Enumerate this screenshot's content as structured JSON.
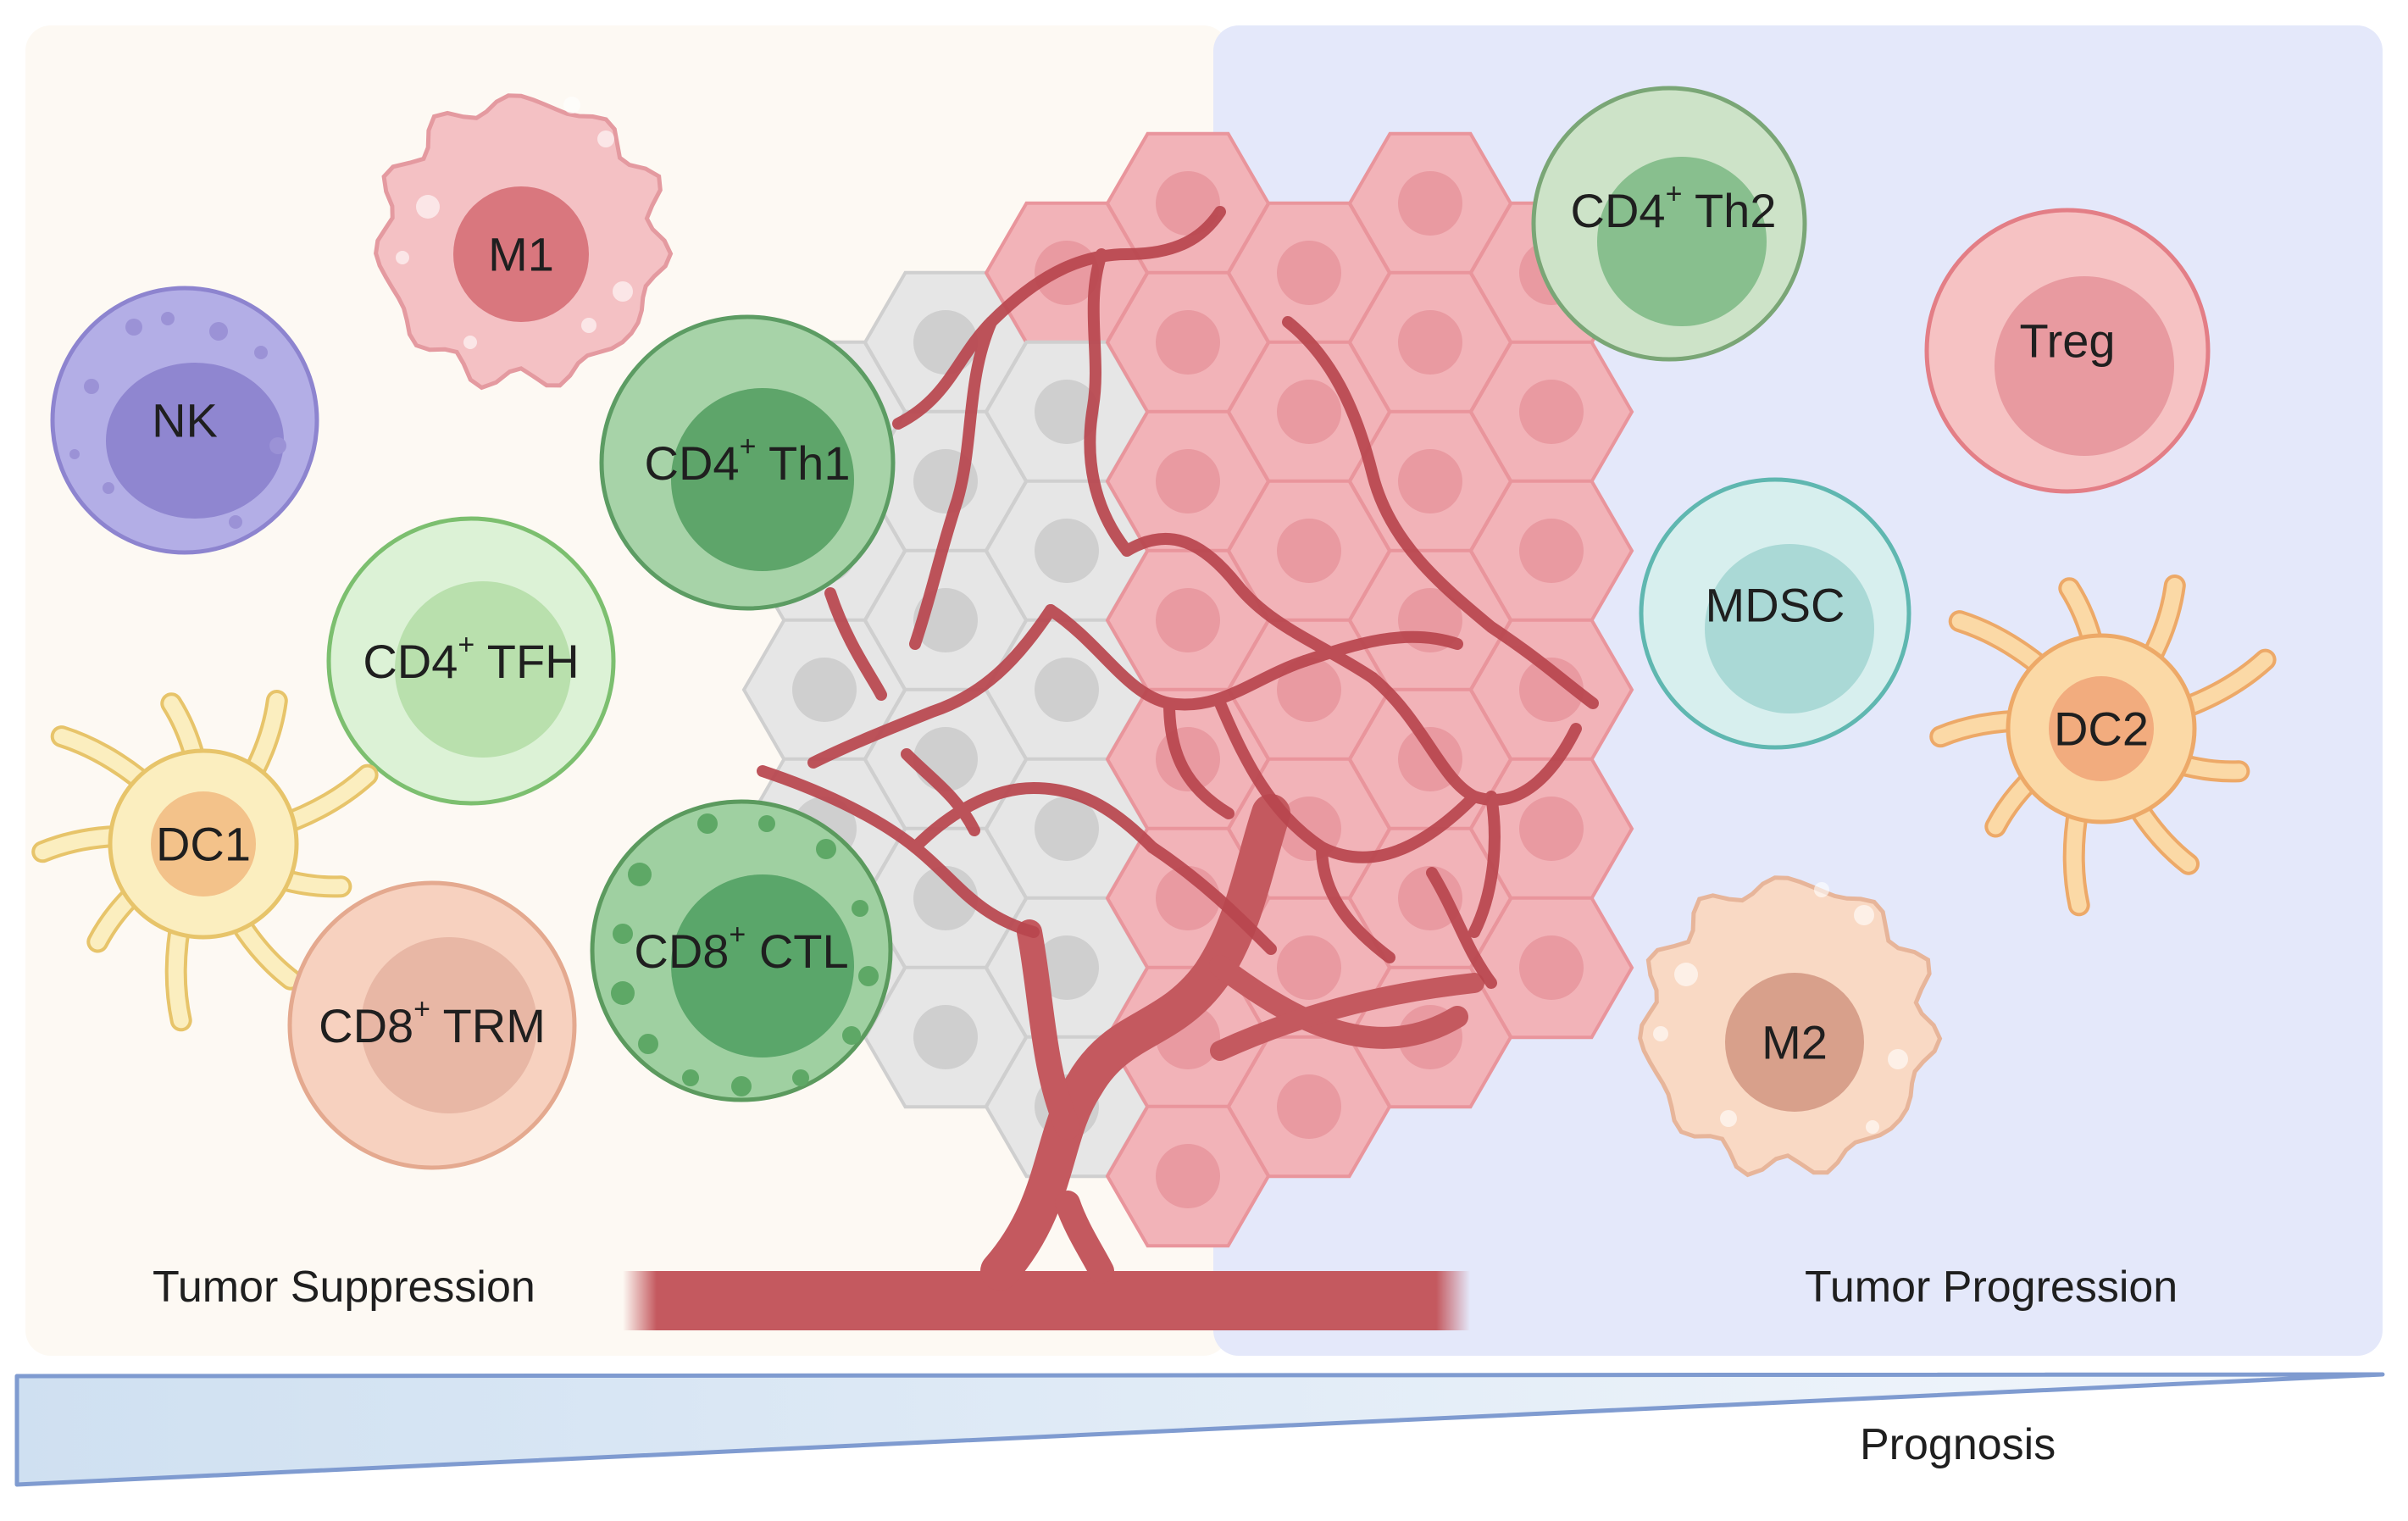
{
  "regions": {
    "left_label": "Tumor Suppression",
    "right_label": "Tumor Progression"
  },
  "prognosis": {
    "label": "Prognosis"
  },
  "cells": {
    "nk": "NK",
    "m1": "M1",
    "th1_prefix": "CD4",
    "th1_suffix": " Th1",
    "tfh_prefix": "CD4",
    "tfh_suffix": " TFH",
    "dc1": "DC1",
    "ctl_prefix": "CD8",
    "ctl_suffix": " CTL",
    "trm_prefix": "CD8",
    "trm_suffix": " TRM",
    "th2_prefix": "CD4",
    "th2_suffix": " Th2",
    "treg": "Treg",
    "mdsc": "MDSC",
    "dc2": "DC2",
    "m2": "M2",
    "plus": "+"
  },
  "colors": {
    "left_panel": "#fdf9f3",
    "right_panel": "#e4e8fa",
    "vessel": "#c4595f",
    "tumor_cell": "#f2b3b8",
    "normal_cell": "#e6e6e6"
  }
}
